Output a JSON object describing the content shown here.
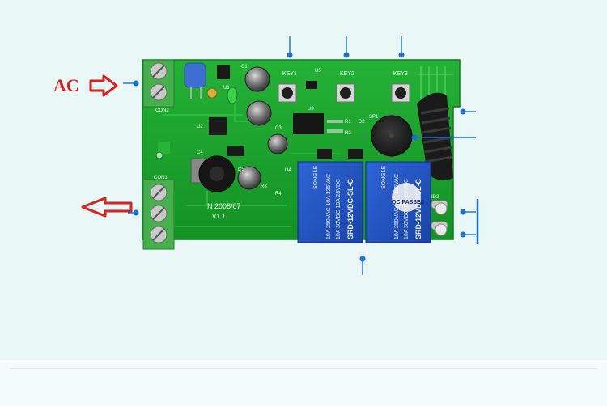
{
  "labels": {
    "ac": "AC"
  },
  "board": {
    "keys": [
      "KEY1",
      "KEY2",
      "KEY3"
    ],
    "silkscreen": [
      "U5",
      "C1",
      "CON2",
      "U2",
      "C4",
      "C5",
      "C3",
      "U1",
      "U3",
      "U4",
      "SP1",
      "R1",
      "R2",
      "R3",
      "R4",
      "D2",
      "CON1",
      "ID2"
    ],
    "pcb_marking": "N  2008/07",
    "version": "V1.1"
  },
  "relays": [
    {
      "brand": "SONGLE",
      "model": "SRD-12VDC-SL-C",
      "rating_1": "10A 250VAC  10A 125VAC",
      "rating_2": "10A 30VDC   10A 28VDC",
      "badge": ""
    },
    {
      "brand": "SONGLE",
      "model": "SRD-12VDC-SL-C",
      "rating_1": "10A 250VAC  10A 125VAC",
      "rating_2": "10A 30VDC   10A 28VDC",
      "badge": "QC PASSED"
    }
  ],
  "colors": {
    "background": "#e9f7f7",
    "pcb": "#1aa32a",
    "pointer": "#1b6fd1",
    "arrow": "#d8201f",
    "relay": "#1f4fbf",
    "terminal": "#46b04d"
  }
}
